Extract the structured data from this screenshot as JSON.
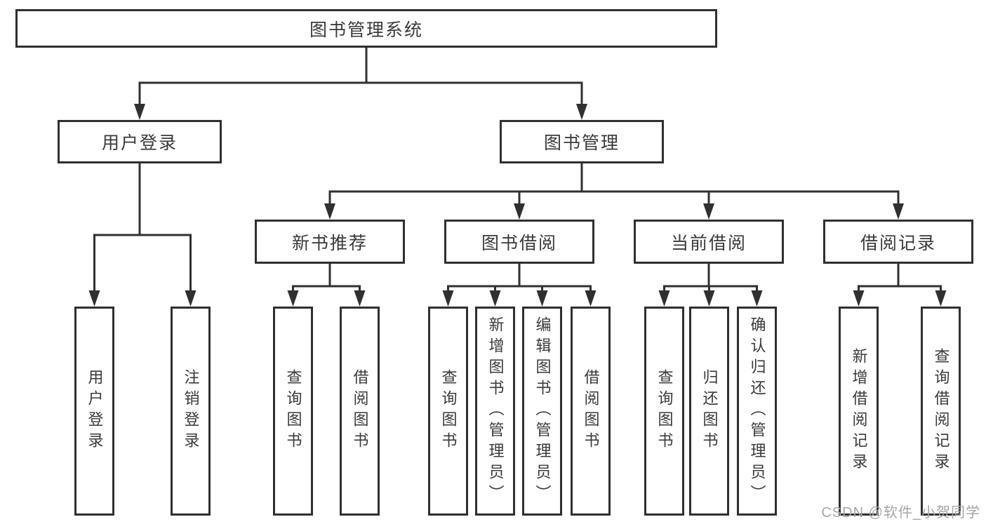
{
  "tree": {
    "root": "图书管理系统",
    "branches": [
      {
        "label": "用户登录",
        "children": [
          "用户登录",
          "注销登录"
        ]
      },
      {
        "label": "图书管理",
        "sections": [
          {
            "label": "新书推荐",
            "children": [
              "查询图书",
              "借阅图书"
            ]
          },
          {
            "label": "图书借阅",
            "children": [
              "查询图书",
              "新增图书（管理员）",
              "编辑图书（管理员）",
              "借阅图书"
            ]
          },
          {
            "label": "当前借阅",
            "children": [
              "查询图书",
              "归还图书",
              "确认归还（管理员）"
            ]
          },
          {
            "label": "借阅记录",
            "children": [
              "新增借阅记录",
              "查询借阅记录"
            ]
          }
        ]
      }
    ]
  },
  "watermark": "CSDN @软件_小贺同学",
  "colors": {
    "line": "#303030",
    "box_border": "#303030",
    "text": "#3a3a3a",
    "watermark": "#a6a6a6",
    "background": "#ffffff"
  }
}
